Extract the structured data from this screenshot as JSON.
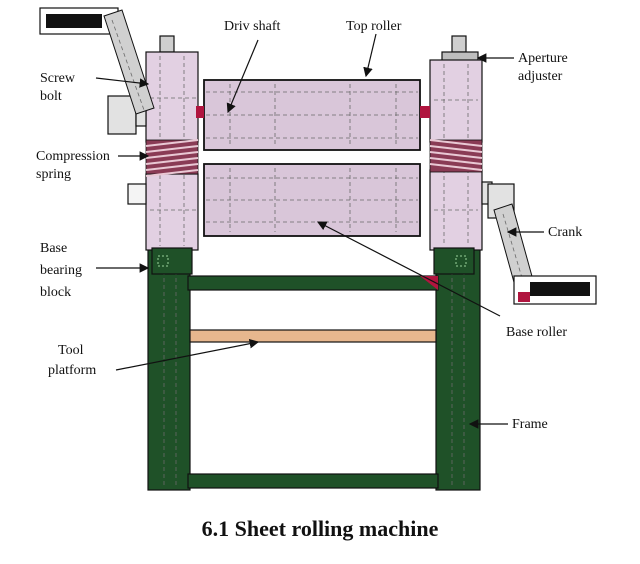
{
  "caption": "6.1 Sheet rolling machine",
  "labels": {
    "driv_shaft": "Driv shaft",
    "top_roller": "Top roller",
    "aperture_1": "Aperture",
    "aperture_2": "adjuster",
    "screw_1": "Screw",
    "screw_2": "bolt",
    "compression_1": "Compression",
    "compression_2": "spring",
    "crank": "Crank",
    "base_bearing_1": "Base",
    "base_bearing_2": "bearing",
    "base_bearing_3": "block",
    "base_roller": "Base roller",
    "tool_1": "Tool",
    "tool_2": "platform",
    "frame": "Frame"
  },
  "colors": {
    "frame": "#1f5128",
    "roller": "#d9c6d9",
    "bearing": "#e2d0e2",
    "spring": "#8a3b55",
    "platform": "#e7b78e",
    "crank_arm": "#d0d0d0",
    "accent": "#b0153f"
  }
}
